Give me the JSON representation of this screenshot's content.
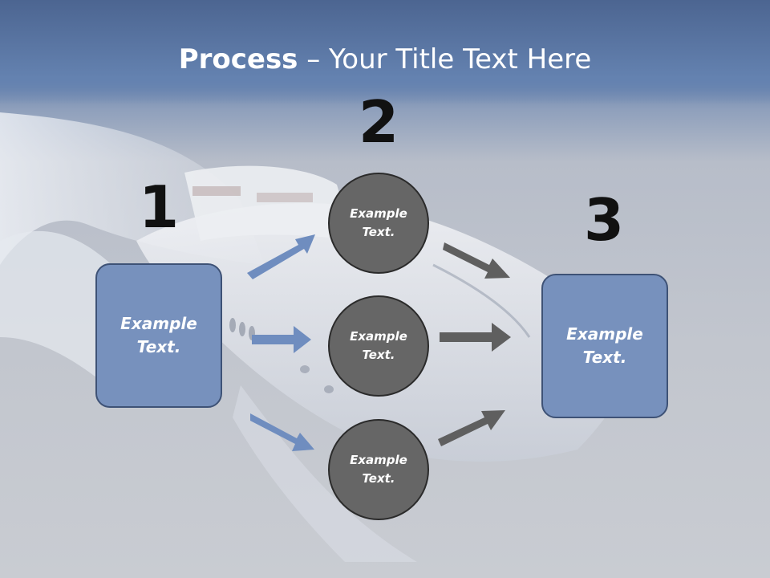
{
  "title": {
    "bold": "Process",
    "rest": " – Your Title Text Here"
  },
  "steps": {
    "one": "1",
    "two": "2",
    "three": "3"
  },
  "left_box": {
    "text": "Example\nText."
  },
  "right_box": {
    "text": "Example\nText."
  },
  "circles": [
    {
      "text": "Example\nText."
    },
    {
      "text": "Example\nText."
    },
    {
      "text": "Example\nText."
    }
  ],
  "colors": {
    "box_fill": "#7791bd",
    "box_border": "#3e5276",
    "circle_fill": "#666666",
    "blue_arrow": "#6f8dbf",
    "gray_arrow": "#5f5f5f"
  }
}
